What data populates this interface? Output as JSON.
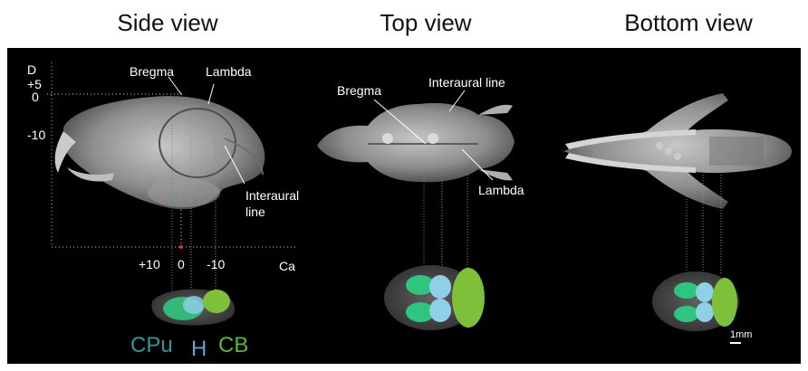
{
  "titles": {
    "side": "Side view",
    "top": "Top view",
    "bottom": "Bottom view"
  },
  "side": {
    "axis_v_label": "D",
    "axis_h_label": "Ca",
    "ticks_v": [
      "+5",
      "0",
      "-10"
    ],
    "ticks_h": [
      "+10",
      "0",
      "-10"
    ],
    "bregma": "Bregma",
    "lambda": "Lambda",
    "interaural_1": "Interaural",
    "interaural_2": "line"
  },
  "top": {
    "bregma": "Bregma",
    "interaural": "Interaural line",
    "lambda": "Lambda"
  },
  "legend": {
    "cpu": "CPu",
    "h": "H",
    "cb": "CB"
  },
  "colors": {
    "cpu": "#2f9a9a",
    "h": "#5aa6d8",
    "cb": "#5fb33a"
  },
  "scale_bar": "1mm"
}
